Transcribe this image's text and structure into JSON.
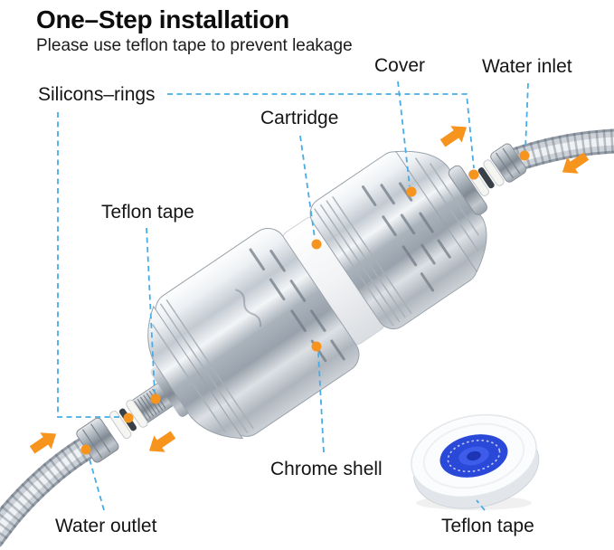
{
  "header": {
    "title": "One–Step installation",
    "subtitle": "Please use teflon tape to prevent leakage"
  },
  "callouts": {
    "silicons_rings": {
      "label": "Silicons–rings"
    },
    "cover": {
      "label": "Cover"
    },
    "water_inlet": {
      "label": "Water inlet"
    },
    "cartridge": {
      "label": "Cartridge"
    },
    "teflon_tape": {
      "label": "Teflon tape"
    },
    "chrome_shell": {
      "label": "Chrome shell"
    },
    "water_outlet": {
      "label": "Water outlet"
    },
    "teflon_tape_roll": {
      "label": "Teflon tape"
    }
  },
  "colors": {
    "callout-line": "#47ADE6",
    "marker-dot": "#F7941E",
    "arrow": "#F7941E",
    "tape-blue": "#2A49D8"
  }
}
